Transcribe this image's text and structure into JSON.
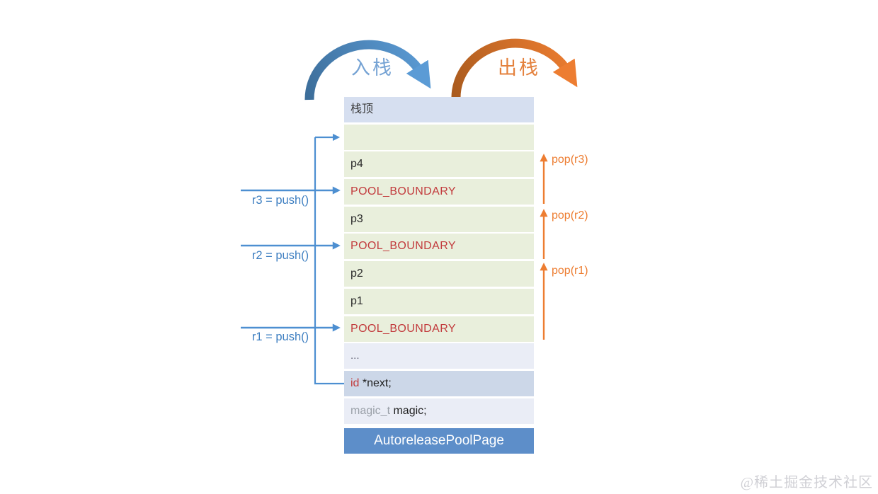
{
  "arcs": {
    "push": {
      "label": "入栈",
      "color": "#5b9bd5",
      "color_dark": "#3c6d99",
      "label_color": "#76a3d4"
    },
    "pop": {
      "label": "出栈",
      "color": "#ed7d31",
      "color_dark": "#a85a1d",
      "label_color": "#e4813d"
    }
  },
  "stack": {
    "top_label": "栈顶",
    "cells": [
      {
        "text": ""
      },
      {
        "text": "p4"
      },
      {
        "text": "POOL_BOUNDARY"
      },
      {
        "text": "p3"
      },
      {
        "text": "POOL_BOUNDARY"
      },
      {
        "text": "p2"
      },
      {
        "text": "p1"
      },
      {
        "text": "POOL_BOUNDARY"
      },
      {
        "text": "..."
      },
      {
        "keyword": "id",
        "rest": " *next;"
      },
      {
        "keyword": "magic_t",
        "rest": " magic;"
      }
    ],
    "footer": "AutoreleasePoolPage"
  },
  "push_calls": [
    {
      "label": "r3 = push()"
    },
    {
      "label": "r2 = push()"
    },
    {
      "label": "r1 = push()"
    }
  ],
  "pop_calls": [
    {
      "label": "pop(r3)"
    },
    {
      "label": "pop(r2)"
    },
    {
      "label": "pop(r1)"
    }
  ],
  "watermark": {
    "text": "@稀土掘金技术社区"
  },
  "colors": {
    "row_green": "#e9efdc",
    "row_header": "#d6dff0",
    "row_meta": "#eaedf6",
    "row_next": "#ccd7e8",
    "footer_blue": "#5d8ec9",
    "boundary_red": "#c23b3d",
    "arrow_blue": "#4d8fd1",
    "arrow_orange": "#ed7d31"
  }
}
